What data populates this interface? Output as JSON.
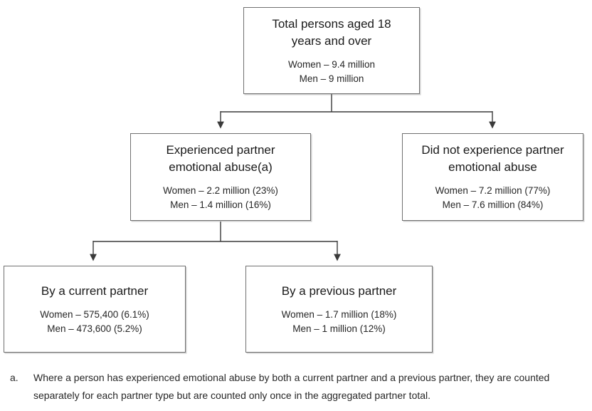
{
  "flowchart": {
    "nodes": [
      {
        "id": "total-persons",
        "title": "Total persons aged 18 years and over",
        "women": "Women – 9.4 million",
        "men": "Men – 9 million"
      },
      {
        "id": "experienced-abuse",
        "title": "Experienced partner emotional abuse(a)",
        "women": "Women – 2.2 million (23%)",
        "men": "Men – 1.4 million (16%)"
      },
      {
        "id": "no-abuse",
        "title": "Did not experience partner emotional abuse",
        "women": "Women – 7.2 million (77%)",
        "men": "Men – 7.6 million (84%)"
      },
      {
        "id": "current-partner",
        "title": "By a current partner",
        "women": "Women – 575,400 (6.1%)",
        "men": "Men – 473,600 (5.2%)"
      },
      {
        "id": "previous-partner",
        "title": "By a previous partner",
        "women": "Women – 1.7 million (18%)",
        "men": "Men – 1 million (12%)"
      }
    ]
  },
  "footnote": {
    "marker": "a.",
    "text": "Where a person has experienced emotional abuse by both a current partner and a previous partner, they are counted separately for each partner type but are counted only once in the aggregated partner total."
  },
  "colors": {
    "box_border": "#707070",
    "connector_line": "#3a3a3a",
    "text": "#262626",
    "background": "#ffffff"
  }
}
